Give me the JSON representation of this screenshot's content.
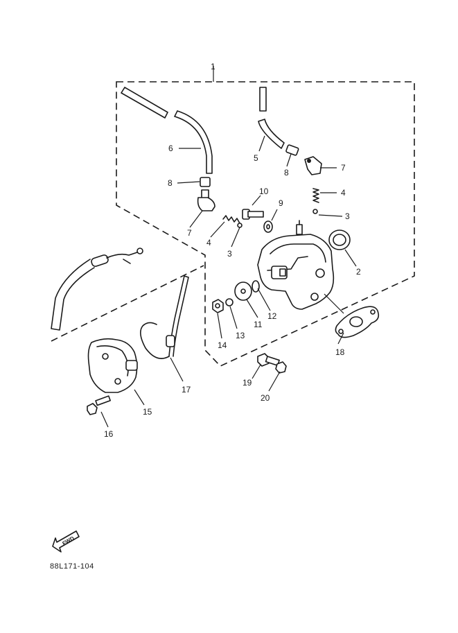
{
  "callouts": {
    "c1": "1",
    "c2": "2",
    "c3a": "3",
    "c3b": "3",
    "c4a": "4",
    "c4b": "4",
    "c5": "5",
    "c6": "6",
    "c7a": "7",
    "c7b": "7",
    "c8a": "8",
    "c8b": "8",
    "c9": "9",
    "c10": "10",
    "c11": "11",
    "c12": "12",
    "c13": "13",
    "c14": "14",
    "c15": "15",
    "c16": "16",
    "c17": "17",
    "c18": "18",
    "c19": "19",
    "c20": "20"
  },
  "fwd_label": "FWD",
  "drawing_code": "88L171-104",
  "colors": {
    "ink": "#1a1a1a",
    "paper": "#ffffff"
  }
}
